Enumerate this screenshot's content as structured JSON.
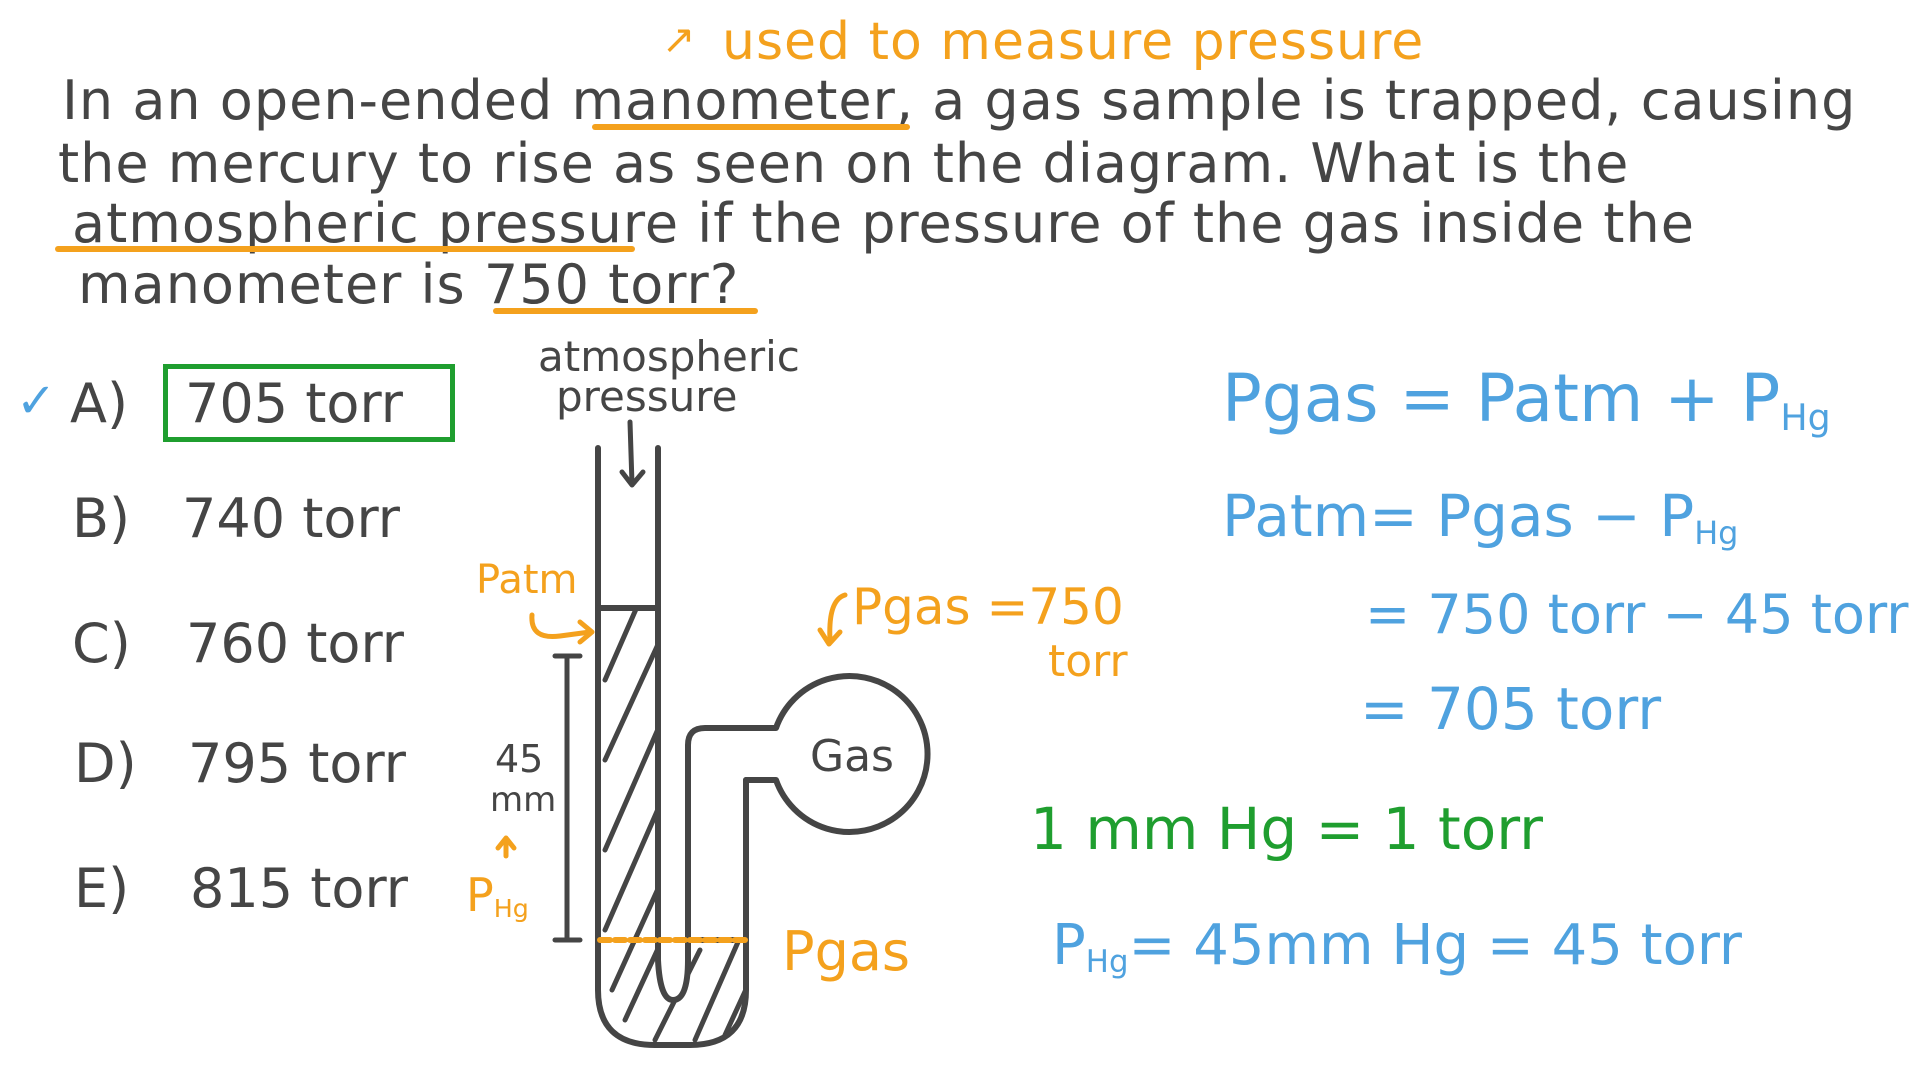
{
  "colors": {
    "text": "#454545",
    "annotation": "#F4A11D",
    "correct": "#1F9E2F",
    "solution": "#4FA2DF"
  },
  "question": {
    "annotation": "used to measure pressure",
    "lines": [
      "In an open-ended manometer, a gas sample is trapped, causing",
      "the mercury to rise as seen on the diagram. What is the",
      "atmospheric pressure if the pressure of the gas inside the",
      "manometer is 750 torr?"
    ],
    "line1": {
      "pre": "In an open-ended ",
      "hl": "manometer",
      "post": ", a gas sample is trapped, causing"
    },
    "line2": "the mercury to rise as seen on the diagram. What is the",
    "line3": {
      "hl": "atmospheric pressure",
      "post": " if the pressure of the gas inside the"
    },
    "line4": {
      "pre": "manometer is ",
      "hl": "750 torr",
      "post": "?"
    }
  },
  "answers": [
    {
      "letter": "A)",
      "value": "705 torr",
      "correct": true,
      "mark": "✓"
    },
    {
      "letter": "B)",
      "value": "740 torr",
      "correct": false
    },
    {
      "letter": "C)",
      "value": "760 torr",
      "correct": false
    },
    {
      "letter": "D)",
      "value": "795 torr",
      "correct": false
    },
    {
      "letter": "E)",
      "value": "815 torr",
      "correct": false
    }
  ],
  "diagram": {
    "top_label_1": "atmospheric",
    "top_label_2": "pressure",
    "patm_label": "Patm",
    "height_value": "45",
    "height_unit": "mm",
    "phg_label_main": "P",
    "phg_label_sub": "Hg",
    "bulb_label": "Gas",
    "pgas_level_label": "Pgas",
    "pgas_given_1": "Pgas =750",
    "pgas_given_2": "torr"
  },
  "solution": {
    "eq1": {
      "lhs": "Pgas",
      "op": " = Patm + P",
      "sub": "Hg"
    },
    "eq2": {
      "lhs": "Patm",
      "op": "= Pgas − P",
      "sub": "Hg"
    },
    "eq3": "= 750 torr − 45 torr",
    "eq4": "= 705 torr",
    "conversion": "1 mm Hg  =  1 torr",
    "phg": {
      "p": "P",
      "sub": "Hg",
      "rest": "= 45mm Hg = 45 torr"
    }
  }
}
